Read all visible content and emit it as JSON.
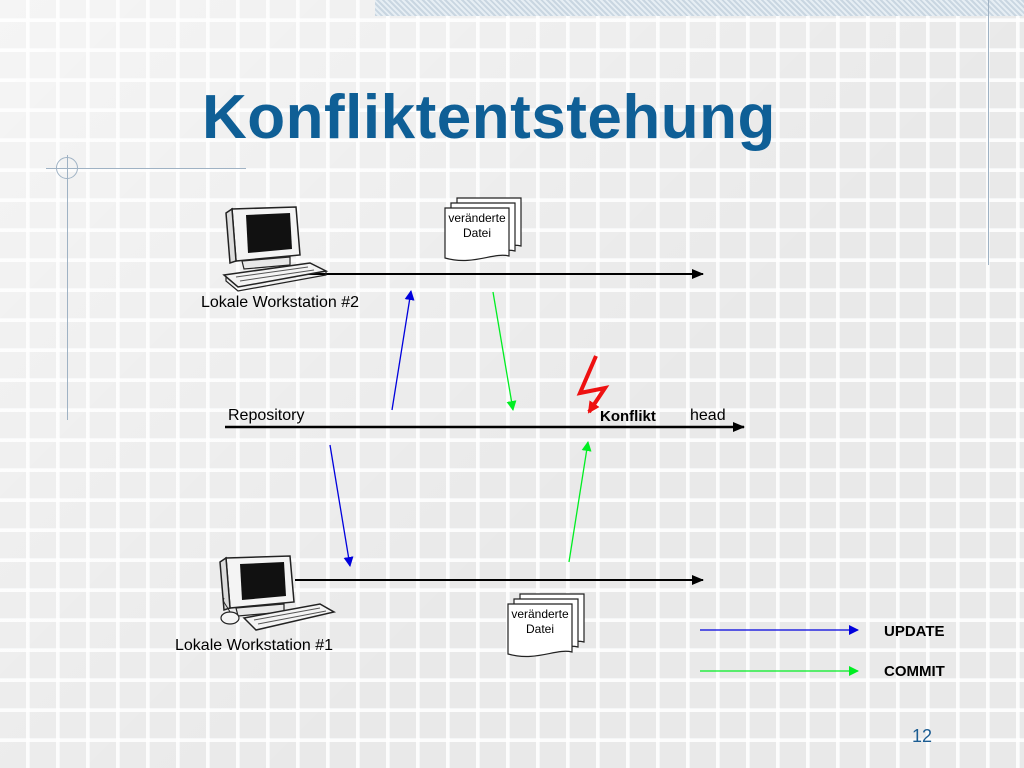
{
  "title": "Konfliktentstehung",
  "workstation2_label": "Lokale Workstation #2",
  "workstation1_label": "Lokale Workstation #1",
  "repository_label": "Repository",
  "conflict_label": "Konflikt",
  "head_label": "head",
  "document_top": {
    "line1": "veränderte",
    "line2": "Datei"
  },
  "document_bottom": {
    "line1": "veränderte",
    "line2": "Datei"
  },
  "legend": [
    {
      "label": "UPDATE",
      "color": "#0000dd"
    },
    {
      "label": "COMMIT",
      "color": "#00ee22"
    }
  ],
  "colors": {
    "title": "#0f5f96",
    "update": "#0000dd",
    "commit": "#00ee22",
    "conflict_bolt": "#ee1111"
  },
  "icons": {
    "computer": "desktop-computer-icon",
    "document": "stacked-documents-icon",
    "conflict": "lightning-bolt-icon"
  },
  "page_number": "12"
}
